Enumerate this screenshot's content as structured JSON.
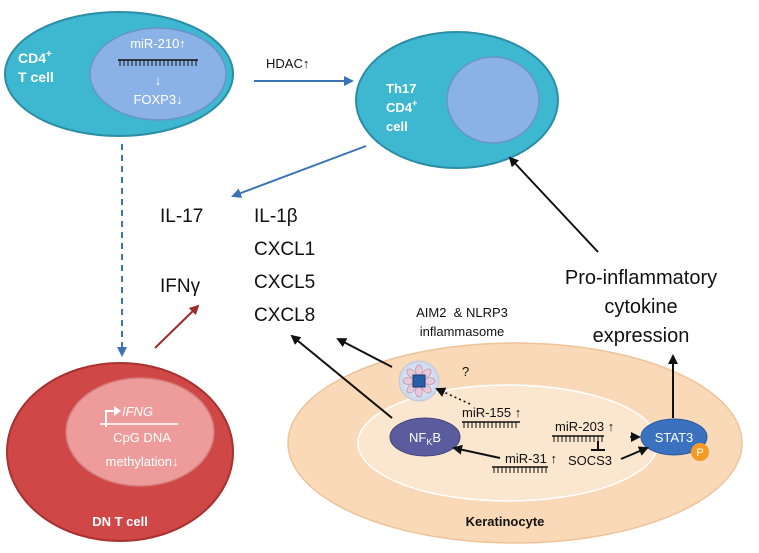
{
  "cd4": {
    "title": "CD4",
    "sup": "+",
    "title2": "T cell",
    "mir": "miR-210↑",
    "down_arrow": "↓",
    "foxp3": "FOXP3↓"
  },
  "hdac": "HDAC↑",
  "th17": {
    "line1": "Th17",
    "line2": "CD4",
    "sup": "+",
    "line3": "cell"
  },
  "cytokines": {
    "il17": "IL-17",
    "ifng": "IFNγ",
    "list": [
      "IL-1β",
      "CXCL1",
      "CXCL5",
      "CXCL8"
    ]
  },
  "proinflam": [
    "Pro-inflammatory",
    "cytokine",
    "expression"
  ],
  "inflammasome": [
    "AIM2  & NLRP3",
    "inflammasome"
  ],
  "question": "?",
  "dn": {
    "gene": "IFNG",
    "line2": "CpG DNA",
    "line3": "methylation↓",
    "label": "DN T cell"
  },
  "kera": {
    "mir155": "miR-155 ↑",
    "mir203": "miR-203 ↑",
    "mir31": "miR-31 ↑",
    "socs3": "SOCS3",
    "nfkb_main": "NF",
    "nfkb_sub": "K",
    "nfkb_end": "B",
    "stat3": "STAT3",
    "p": "P",
    "label": "Keratinocyte"
  },
  "colors": {
    "cd4_outer": "#3db8d0",
    "cd4_inner": "#8ab2e6",
    "dn_outer": "#cf4746",
    "dn_inner": "#ee9c9b",
    "kera_outer": "#f9d9b7",
    "kera_inner": "#fbe6d0",
    "nfkb": "#5b5c9d",
    "stat3": "#3a72c0",
    "p": "#f59a25",
    "blue_arrow": "#3c73b6",
    "red_arrow": "#9c2c2c"
  }
}
